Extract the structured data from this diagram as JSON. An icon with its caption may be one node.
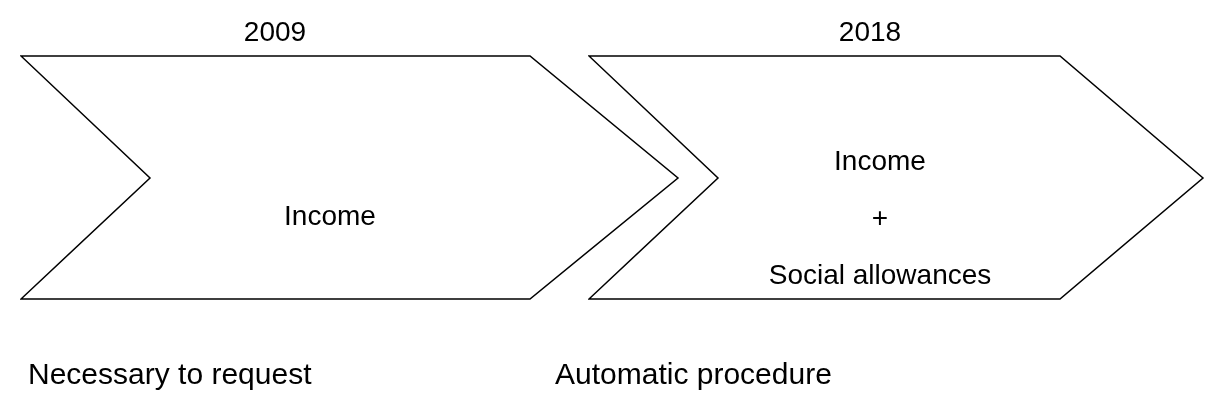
{
  "diagram": {
    "nodes": [
      {
        "text": [
          "2009",
          "Income"
        ],
        "beside": [
          "Necessary to request"
        ]
      },
      {
        "text": [
          "2018",
          "Income",
          "+",
          "Social allowances"
        ],
        "beside": [
          "Automatic procedure"
        ]
      }
    ]
  }
}
